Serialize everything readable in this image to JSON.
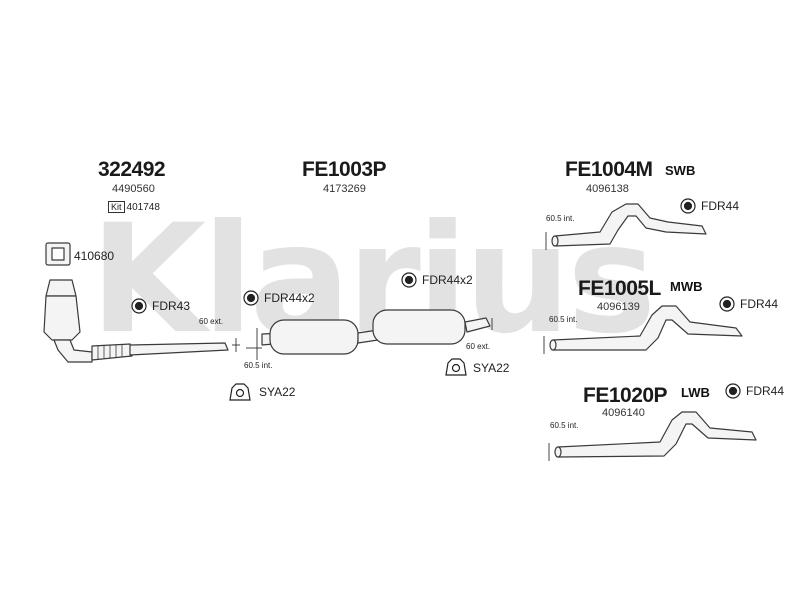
{
  "watermark": {
    "text": "Klarius"
  },
  "groups": [
    {
      "id": "front",
      "part_number": "322492",
      "reference": "4490560",
      "kit_label": "Kit",
      "kit_number": "401748"
    },
    {
      "id": "centre",
      "part_number": "FE1003P",
      "reference": "4173269"
    },
    {
      "id": "swb",
      "part_number": "FE1004M",
      "variant": "SWB",
      "reference": "4096138"
    },
    {
      "id": "mwb",
      "part_number": "FE1005L",
      "variant": "MWB",
      "reference": "4096139"
    },
    {
      "id": "lwb",
      "part_number": "FE1020P",
      "variant": "LWB",
      "reference": "4096140"
    }
  ],
  "fittings": {
    "gasket_410680": "410680",
    "fdr43": "FDR43",
    "fdr44x2_left": "FDR44x2",
    "fdr44x2_right": "FDR44x2",
    "sya22_left": "SYA22",
    "sya22_right": "SYA22",
    "fdr44_swb": "FDR44",
    "fdr44_mwb": "FDR44",
    "fdr44_lwb": "FDR44"
  },
  "dimensions": {
    "front_ext": "60 ext.",
    "centre_int": "60.5 int.",
    "centre_ext": "60 ext.",
    "swb_int": "60.5 int.",
    "mwb_int": "60.5 int.",
    "lwb_int": "60.5 int."
  },
  "colors": {
    "line": "#3a3a3a",
    "watermark": "#e2e2e2",
    "part_fill": "#f4f4f4"
  }
}
